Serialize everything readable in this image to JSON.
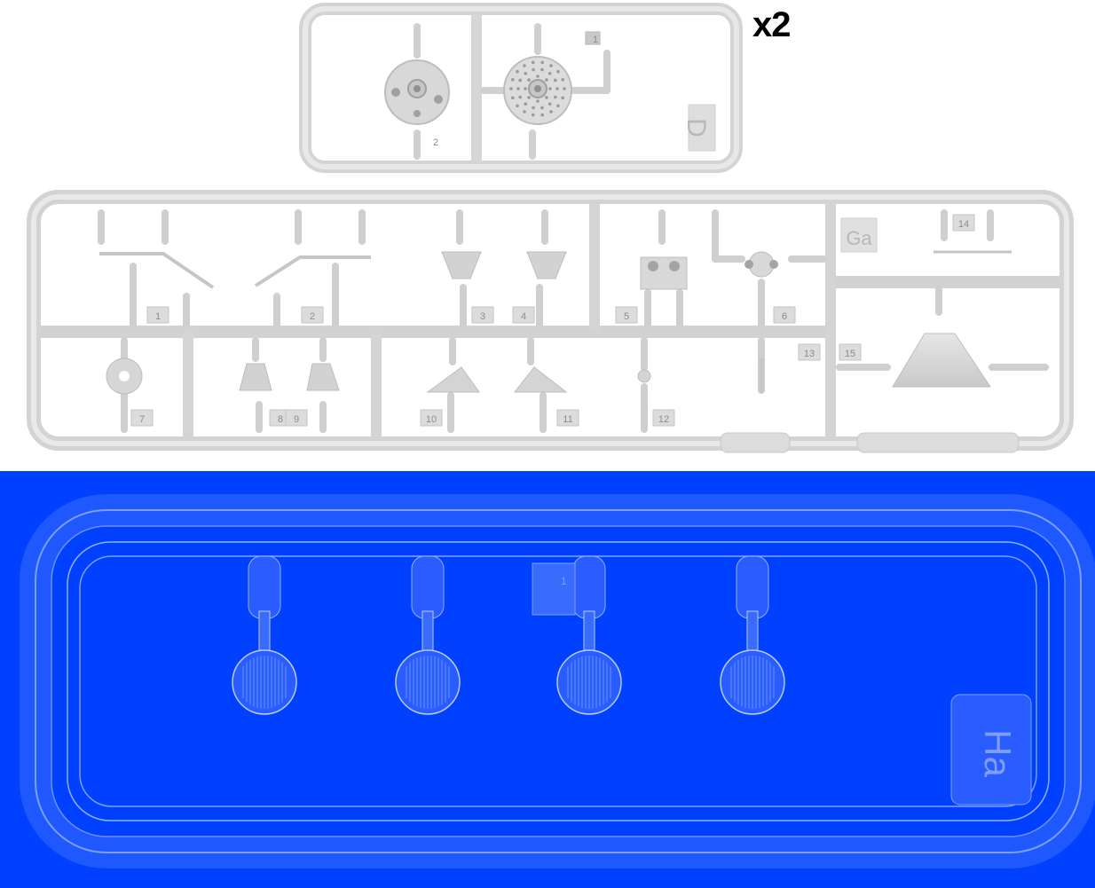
{
  "sprue_d": {
    "label": "D",
    "quantity_label": "x2",
    "part_numbers": [
      "1",
      "2"
    ]
  },
  "sprue_ga": {
    "label": "Ga",
    "part_numbers": [
      "1",
      "2",
      "3",
      "4",
      "5",
      "6",
      "7",
      "8",
      "9",
      "10",
      "11",
      "12",
      "13",
      "14",
      "15"
    ]
  },
  "sprue_ha": {
    "label": "Ha",
    "part_numbers": [
      "1"
    ]
  },
  "colors": {
    "grey_plastic": "#d9d9d9",
    "clear_background": "#0040ff",
    "clear_highlight": "#8fb0ff"
  }
}
